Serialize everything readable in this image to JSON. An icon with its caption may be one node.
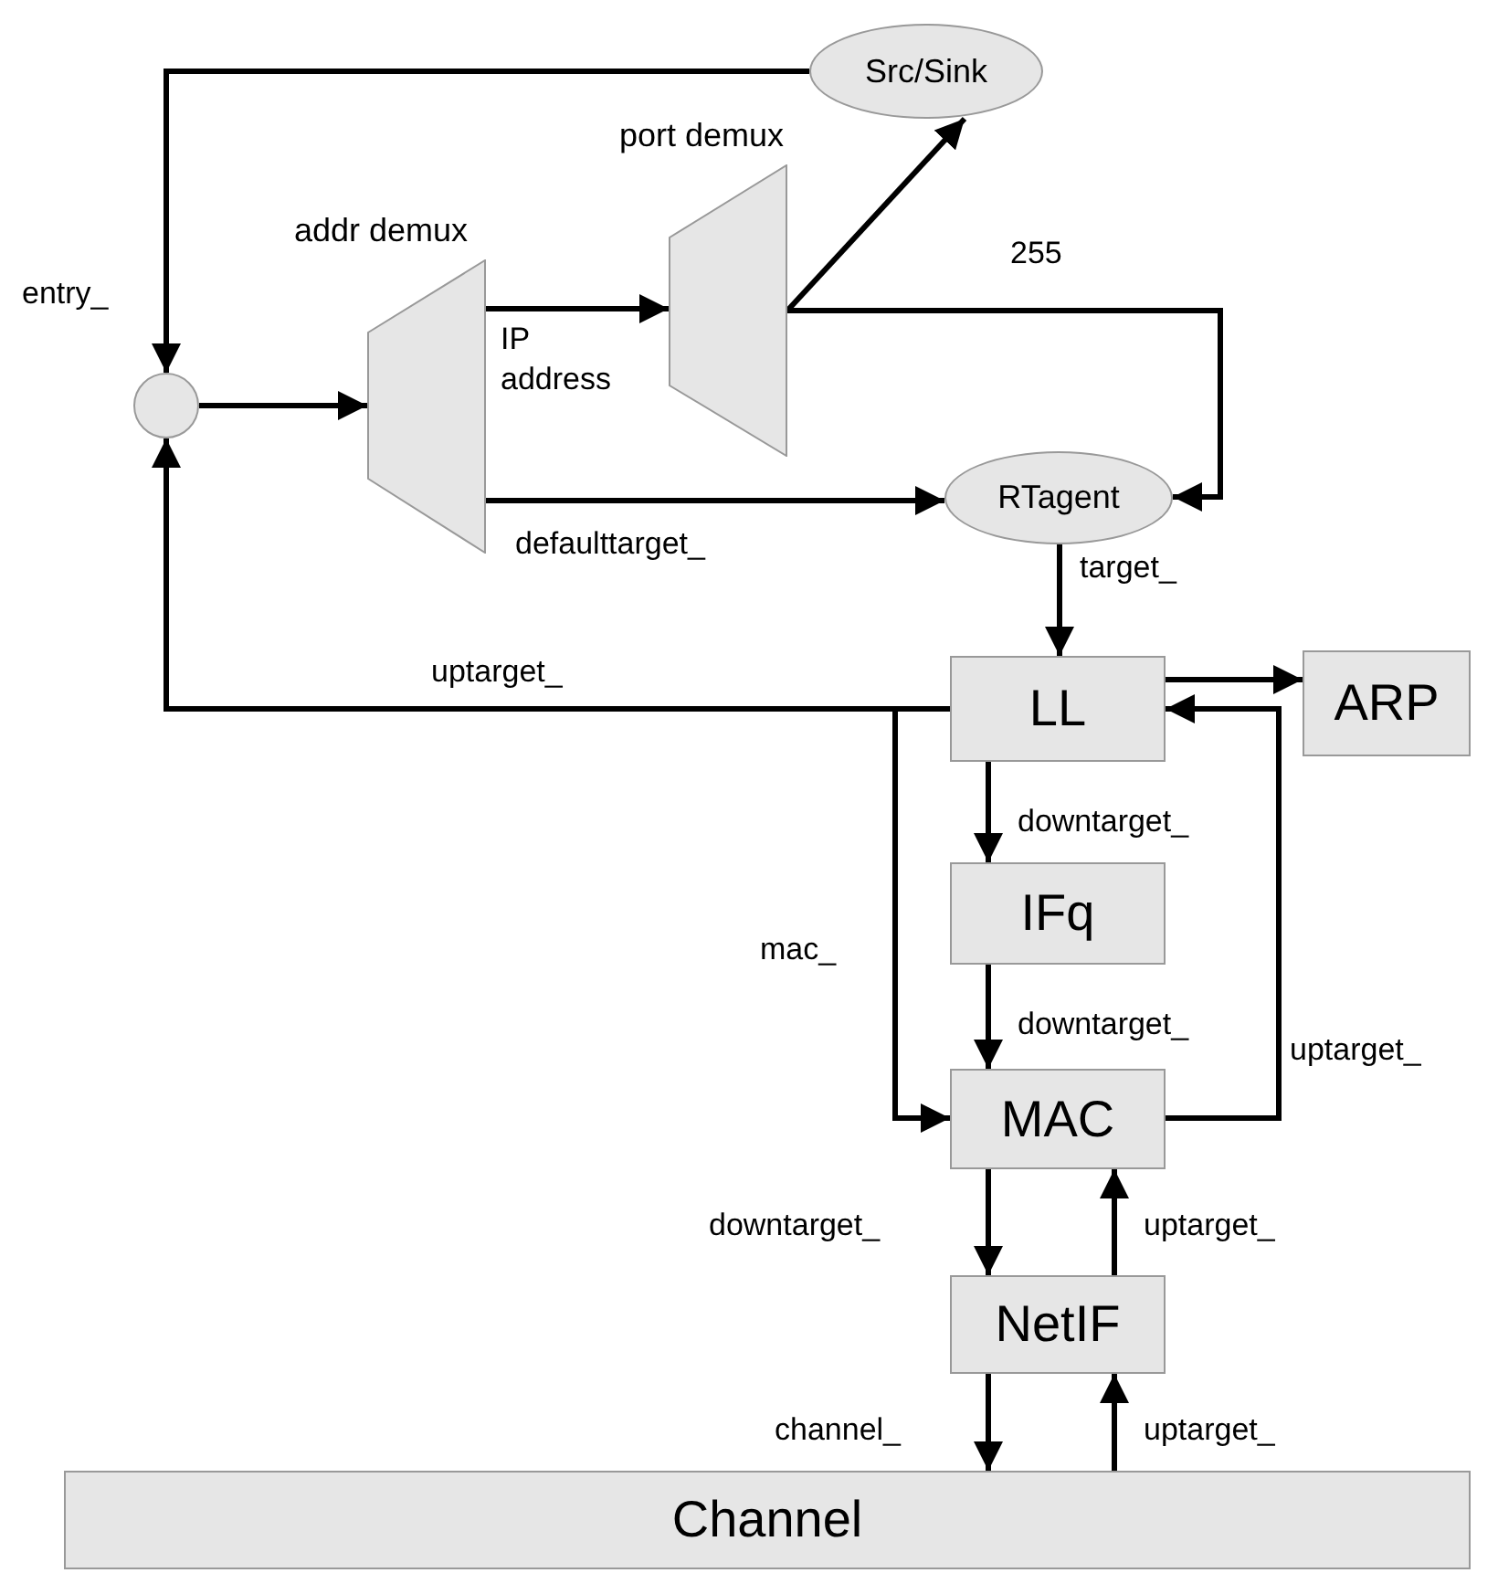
{
  "diagram": {
    "nodes": [
      {
        "text": [
          "Src/Sink"
        ]
      },
      {
        "text": [],
        "shape": "circle"
      },
      {
        "text": [
          "addr demux"
        ]
      },
      {
        "text": [
          "port demux"
        ]
      },
      {
        "text": [
          "RTagent"
        ]
      },
      {
        "text": [
          "LL"
        ]
      },
      {
        "text": [
          "ARP"
        ]
      },
      {
        "text": [
          "IFq"
        ]
      },
      {
        "text": [
          "MAC"
        ]
      },
      {
        "text": [
          "NetIF"
        ]
      },
      {
        "text": [
          "Channel"
        ]
      }
    ],
    "edges": [
      {
        "from": 0,
        "to": 1,
        "arrow": "to",
        "label": "entry_"
      },
      {
        "from": 1,
        "to": 2,
        "arrow": "to"
      },
      {
        "from": 2,
        "to": 3,
        "arrow": "to",
        "label": "IP address"
      },
      {
        "from": 3,
        "to": 0,
        "arrow": "to"
      },
      {
        "from": 3,
        "to": 4,
        "arrow": "to",
        "label": "255"
      },
      {
        "from": 2,
        "to": 4,
        "arrow": "to",
        "label": "defaulttarget_"
      },
      {
        "from": 4,
        "to": 5,
        "arrow": "to",
        "label": "target_"
      },
      {
        "from": 5,
        "to": 1,
        "arrow": "to",
        "label": "uptarget_"
      },
      {
        "from": 5,
        "to": 6,
        "arrow": "to"
      },
      {
        "from": 5,
        "to": 7,
        "arrow": "to",
        "label": "downtarget_"
      },
      {
        "from": 7,
        "to": 8,
        "arrow": "to",
        "label": "downtarget_"
      },
      {
        "from": 5,
        "to": 8,
        "arrow": "to",
        "label": "mac_"
      },
      {
        "from": 8,
        "to": 5,
        "arrow": "to",
        "label": "uptarget_"
      },
      {
        "from": 8,
        "to": 9,
        "arrow": "to",
        "label": "downtarget_"
      },
      {
        "from": 9,
        "to": 8,
        "arrow": "to",
        "label": "uptarget_"
      },
      {
        "from": 9,
        "to": 10,
        "arrow": "to",
        "label": "channel_"
      },
      {
        "from": 10,
        "to": 9,
        "arrow": "to",
        "label": "uptarget_"
      }
    ]
  }
}
